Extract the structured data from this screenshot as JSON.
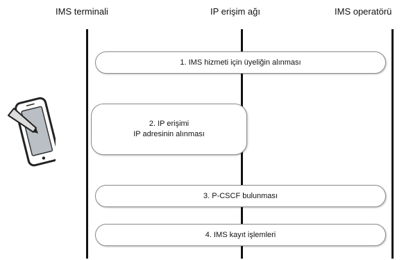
{
  "headings": {
    "terminal": "IMS terminali",
    "network": "IP erişim ağı",
    "operator": "IMS operatörü"
  },
  "steps": {
    "step1": "1. IMS hizmeti için üyeliğin alınması",
    "step2_line1": "2. IP erişimi",
    "step2_line2": "IP adresinin alınması",
    "step3": "3. P-CSCF bulunması",
    "step4": "4. IMS kayıt işlemleri"
  },
  "icons": {
    "device": "tablet-with-stylus-icon"
  },
  "colors": {
    "lifeline": "#111111",
    "box_border": "#8a8a8a",
    "screen": "#b9bfc4"
  }
}
